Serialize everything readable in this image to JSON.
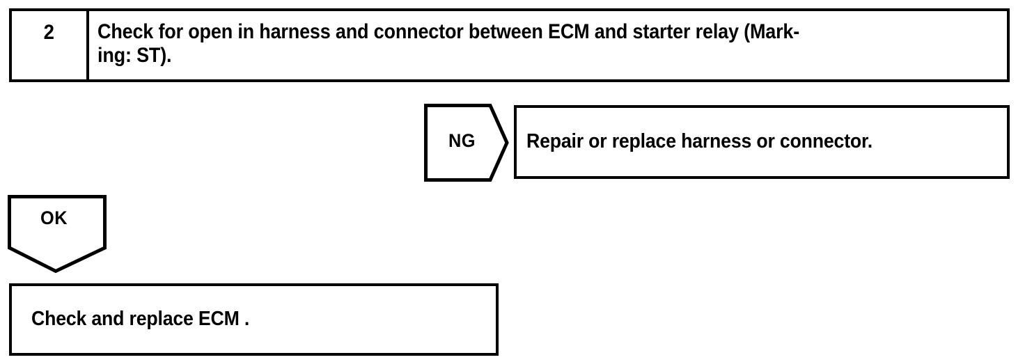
{
  "diagram": {
    "type": "troubleshooting-flowchart",
    "step": {
      "number": "2",
      "instruction": "Check for open in harness and connector between ECM and starter relay (Mark-\ning: ST)."
    },
    "branches": [
      {
        "judgement": "NG",
        "direction": "right",
        "action": "Repair or replace harness or connector."
      },
      {
        "judgement": "OK",
        "direction": "down",
        "action": "Check and replace ECM ."
      }
    ],
    "colors": {
      "stroke": "#000000",
      "fill": "#ffffff",
      "text": "#000000"
    }
  }
}
